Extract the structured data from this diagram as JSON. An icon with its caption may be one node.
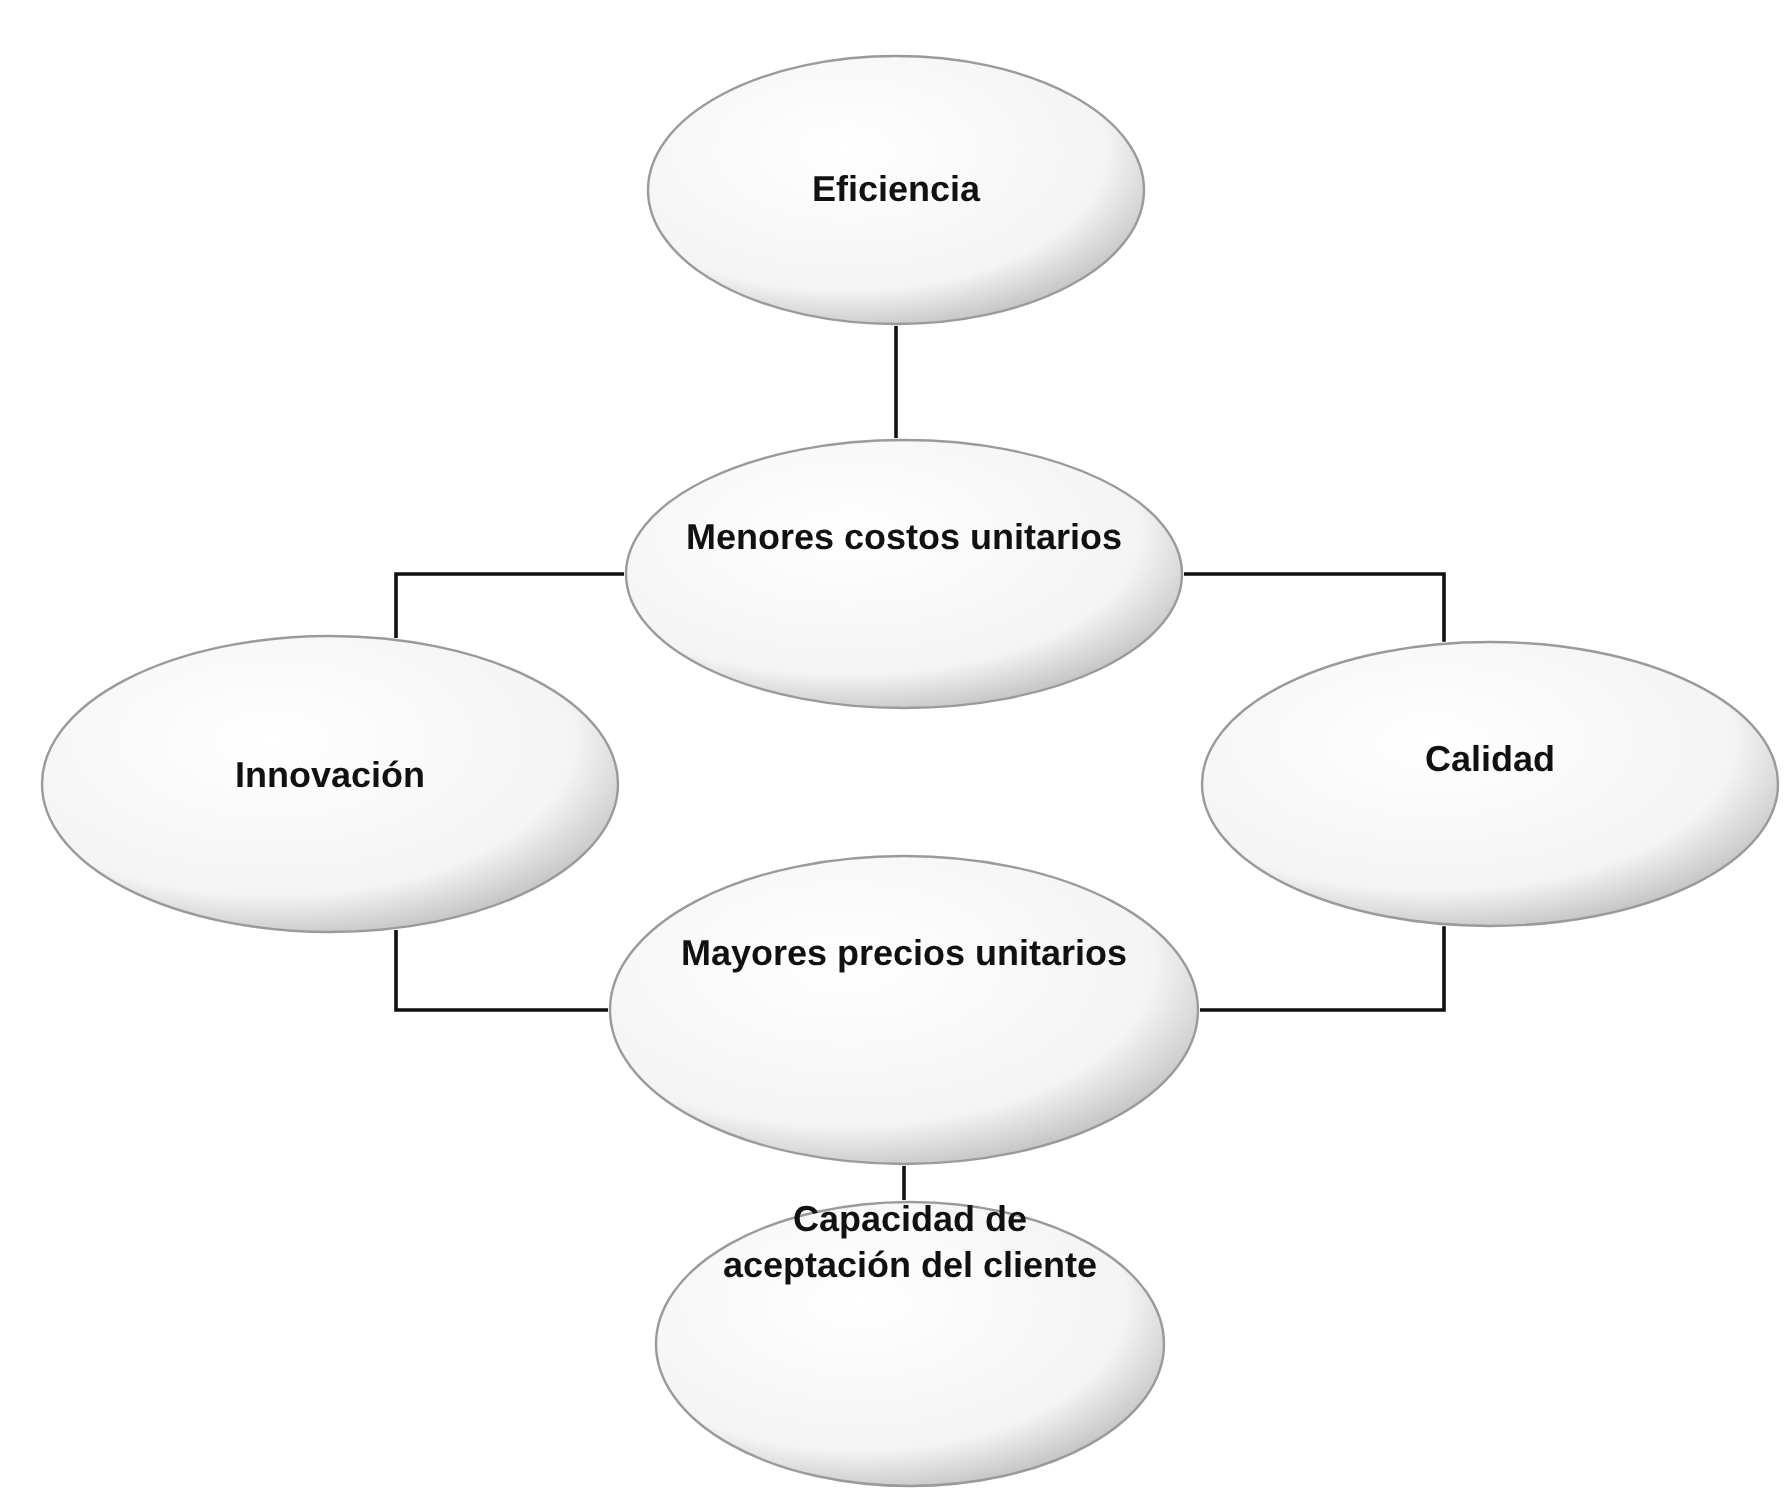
{
  "diagram": {
    "nodes": [
      {
        "text": [
          "Eficiencia"
        ]
      },
      {
        "text": [
          "Menores costos unitarios"
        ]
      },
      {
        "text": [
          "Innovación"
        ]
      },
      {
        "text": [
          "Calidad"
        ]
      },
      {
        "text": [
          "Mayores precios unitarios"
        ]
      },
      {
        "text": [
          "Capacidad de aceptación del cliente"
        ]
      }
    ],
    "edges": [
      {
        "from": 0,
        "to": 1,
        "arrow": "none"
      },
      {
        "from": 1,
        "to": 2,
        "arrow": "none"
      },
      {
        "from": 1,
        "to": 3,
        "arrow": "none"
      },
      {
        "from": 2,
        "to": 4,
        "arrow": "none"
      },
      {
        "from": 3,
        "to": 4,
        "arrow": "none"
      },
      {
        "from": 4,
        "to": 5,
        "arrow": "none"
      }
    ]
  }
}
